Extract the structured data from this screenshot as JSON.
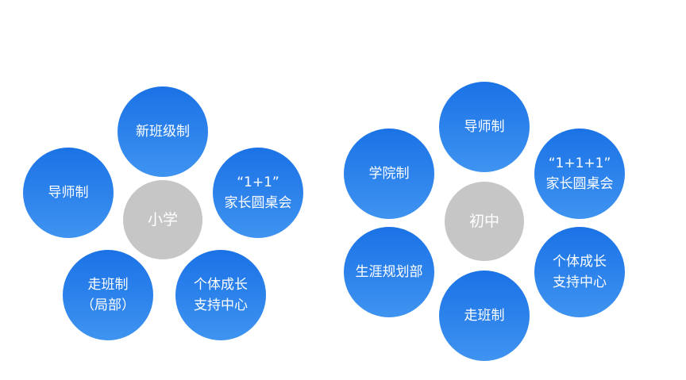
{
  "primary": {
    "center": "小学",
    "items": [
      {
        "lines": [
          "新班级制"
        ]
      },
      {
        "lines": [
          "导师制"
        ]
      },
      {
        "lines": [
          "“1+1”",
          "家长圆桌会"
        ]
      },
      {
        "lines": [
          "走班制",
          "（局部）"
        ]
      },
      {
        "lines": [
          "个体成长",
          "支持中心"
        ]
      }
    ]
  },
  "middle": {
    "center": "初中",
    "items": [
      {
        "lines": [
          "导师制"
        ]
      },
      {
        "lines": [
          "学院制"
        ]
      },
      {
        "lines": [
          "“1+1+1”",
          "家长圆桌会"
        ]
      },
      {
        "lines": [
          "生涯规划部"
        ]
      },
      {
        "lines": [
          "个体成长",
          "支持中心"
        ]
      },
      {
        "lines": [
          "走班制"
        ]
      }
    ]
  },
  "colors": {
    "blue_top": "#1a72e6",
    "blue_bottom": "#3f93f0",
    "gray": "#c6c6c6"
  }
}
